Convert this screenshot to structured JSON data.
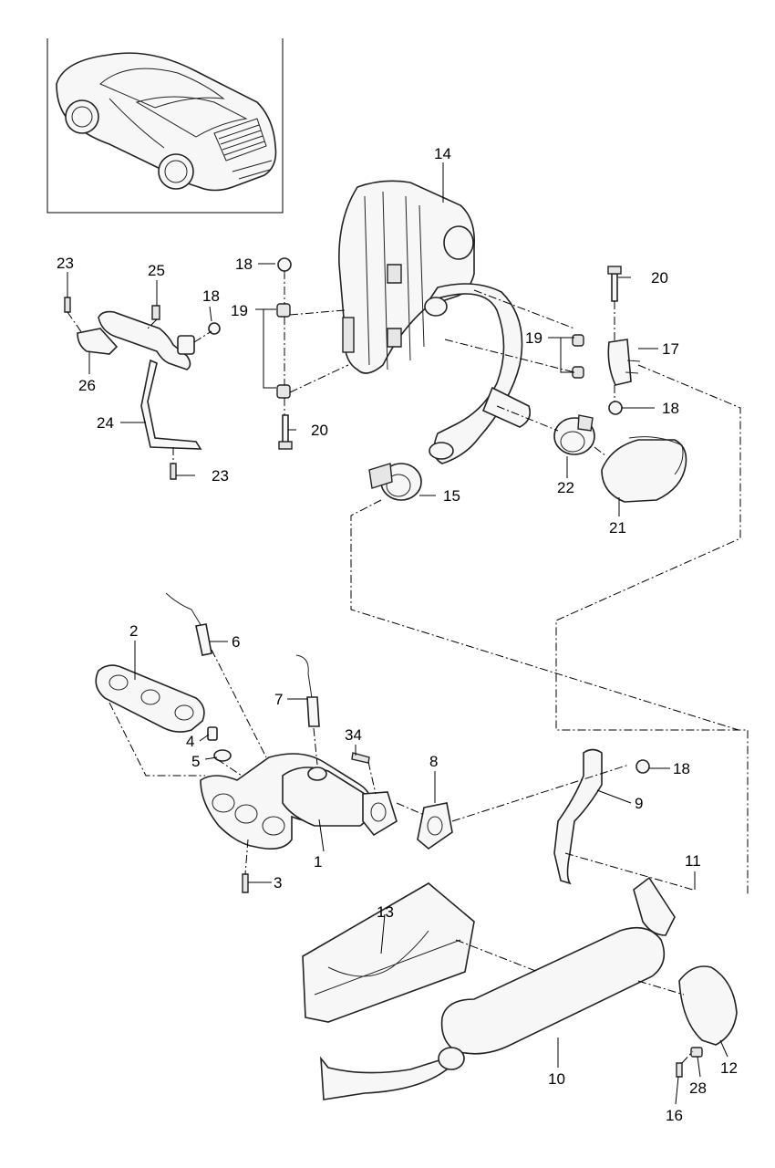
{
  "diagram": {
    "callouts": [
      "1",
      "2",
      "3",
      "4",
      "5",
      "6",
      "7",
      "8",
      "9",
      "10",
      "11",
      "12",
      "13",
      "14",
      "15",
      "16",
      "17",
      "18",
      "18",
      "18",
      "18",
      "19",
      "19",
      "20",
      "20",
      "21",
      "22",
      "23",
      "23",
      "24",
      "25",
      "26",
      "28",
      "34"
    ]
  }
}
